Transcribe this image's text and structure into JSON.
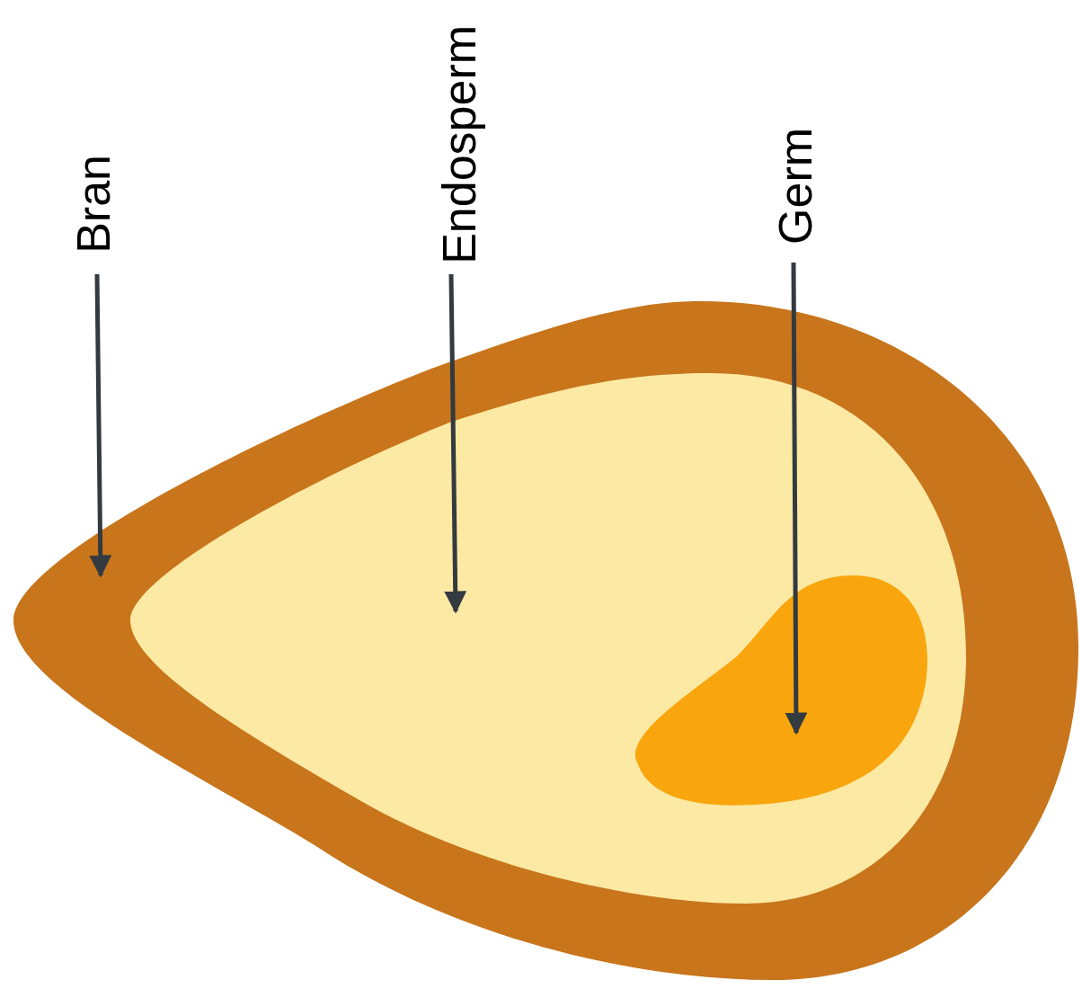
{
  "diagram": {
    "labels": [
      "Bran",
      "Endosperm",
      "Germ"
    ]
  }
}
